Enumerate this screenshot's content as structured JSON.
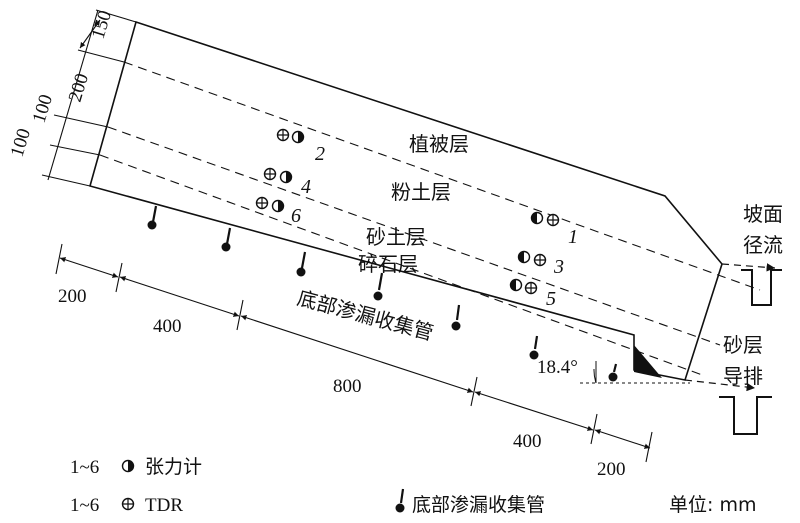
{
  "layers": {
    "vegetation": "植被层",
    "silt": "粉土层",
    "sand": "砂土层",
    "gravel": "碎石层"
  },
  "drain_pipe_label": "底部渗漏收集管",
  "dimensions": {
    "left_thickness": [
      "150",
      "200",
      "100",
      "100"
    ],
    "bottom_lengths": [
      "200",
      "400",
      "800",
      "400",
      "200"
    ]
  },
  "angle": "18.4°",
  "outflows": {
    "surface_runoff": [
      "坡面",
      "径流"
    ],
    "sand_drainage": [
      "砂层",
      "导排"
    ]
  },
  "sensors": [
    "1",
    "2",
    "3",
    "4",
    "5",
    "6"
  ],
  "legend": {
    "tensiometer": {
      "range": "1~6",
      "label": "张力计"
    },
    "tdr": {
      "range": "1~6",
      "label": "TDR"
    },
    "pipe": {
      "label": "底部渗漏收集管"
    },
    "unit": "单位: mm"
  },
  "colors": {
    "ink": "#111111",
    "background": "#ffffff"
  }
}
